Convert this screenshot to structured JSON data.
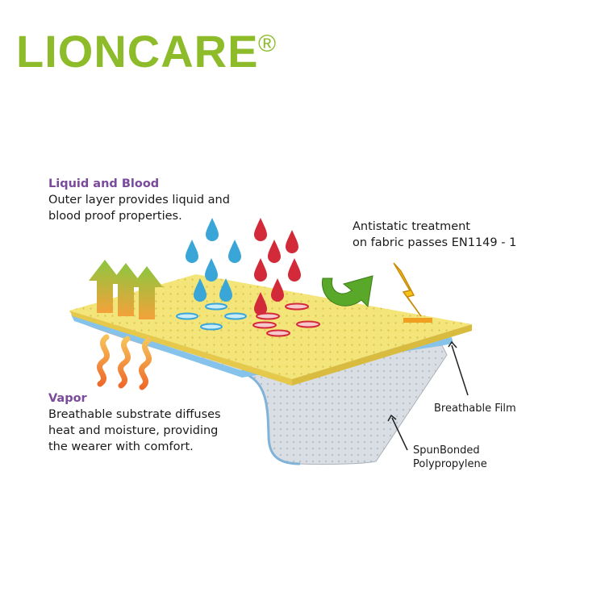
{
  "brand": {
    "name": "LIONCARE",
    "registered_mark": "®",
    "color": "#8dbb2a"
  },
  "callouts": {
    "liquid": {
      "heading": "Liquid and Blood",
      "lines": [
        "Outer layer provides liquid and",
        "blood proof properties."
      ]
    },
    "antistatic": {
      "lines": [
        "Antistatic treatment",
        "on fabric passes EN1149 - 1"
      ]
    },
    "vapor": {
      "heading": "Vapor",
      "lines": [
        "Breathable substrate diffuses",
        "heat and moisture, providing",
        "the wearer with comfort."
      ]
    },
    "film": {
      "label": "Breathable Film"
    },
    "spunbond": {
      "lines": [
        "SpunBonded",
        "Polypropylene"
      ]
    }
  },
  "colors": {
    "heading_purple": "#7a4a9c",
    "fabric_yellow": "#f4e57a",
    "water_blue": "#3aa6d8",
    "blood_red": "#d32a3a",
    "arrow_green": "#5aa82a",
    "heat_orange": "#f08a2a"
  },
  "icons": [
    "water-drop-icon",
    "blood-drop-icon",
    "recycle-arrow-icon",
    "lightning-bolt-icon",
    "vapor-arrow-icon",
    "heat-wave-icon"
  ]
}
